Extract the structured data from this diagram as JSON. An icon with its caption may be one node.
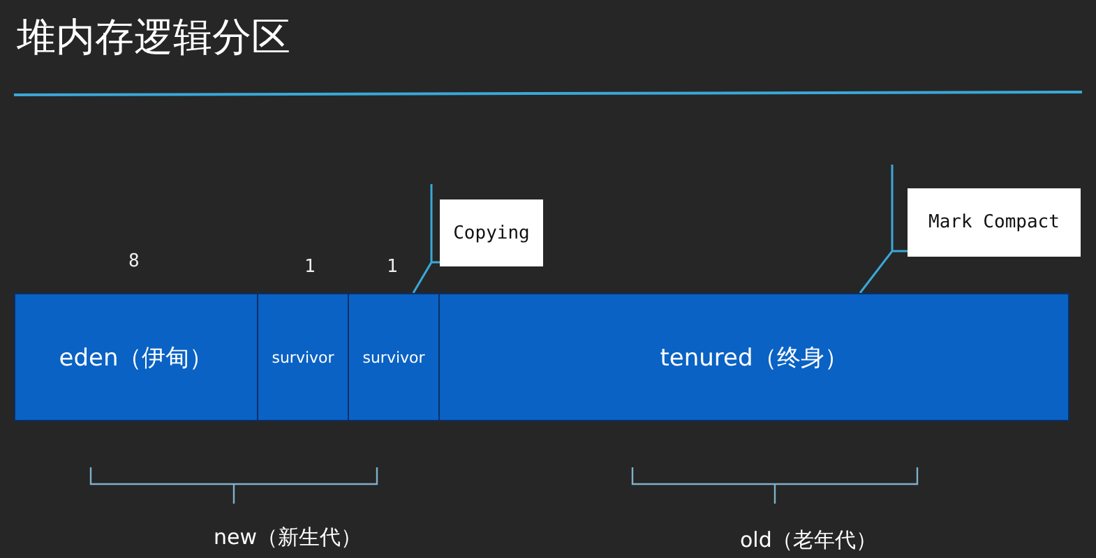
{
  "diagram": {
    "title": "堆内存逻辑分区",
    "nodes": [
      {
        "text": [
          "eden（伊甸）"
        ]
      },
      {
        "text": [
          "survivor"
        ]
      },
      {
        "text": [
          "survivor"
        ]
      },
      {
        "text": [
          "tenured（终身）"
        ]
      },
      {
        "text": [
          "Copying"
        ]
      },
      {
        "text": [
          "Mark Compact"
        ]
      }
    ],
    "edges": [
      {
        "from": 4,
        "to": 2,
        "arrow": "none"
      },
      {
        "from": 5,
        "to": 3,
        "arrow": "none"
      }
    ],
    "labels": [
      "8",
      "1",
      "1",
      "new（新生代）",
      "old（老年代）"
    ]
  }
}
